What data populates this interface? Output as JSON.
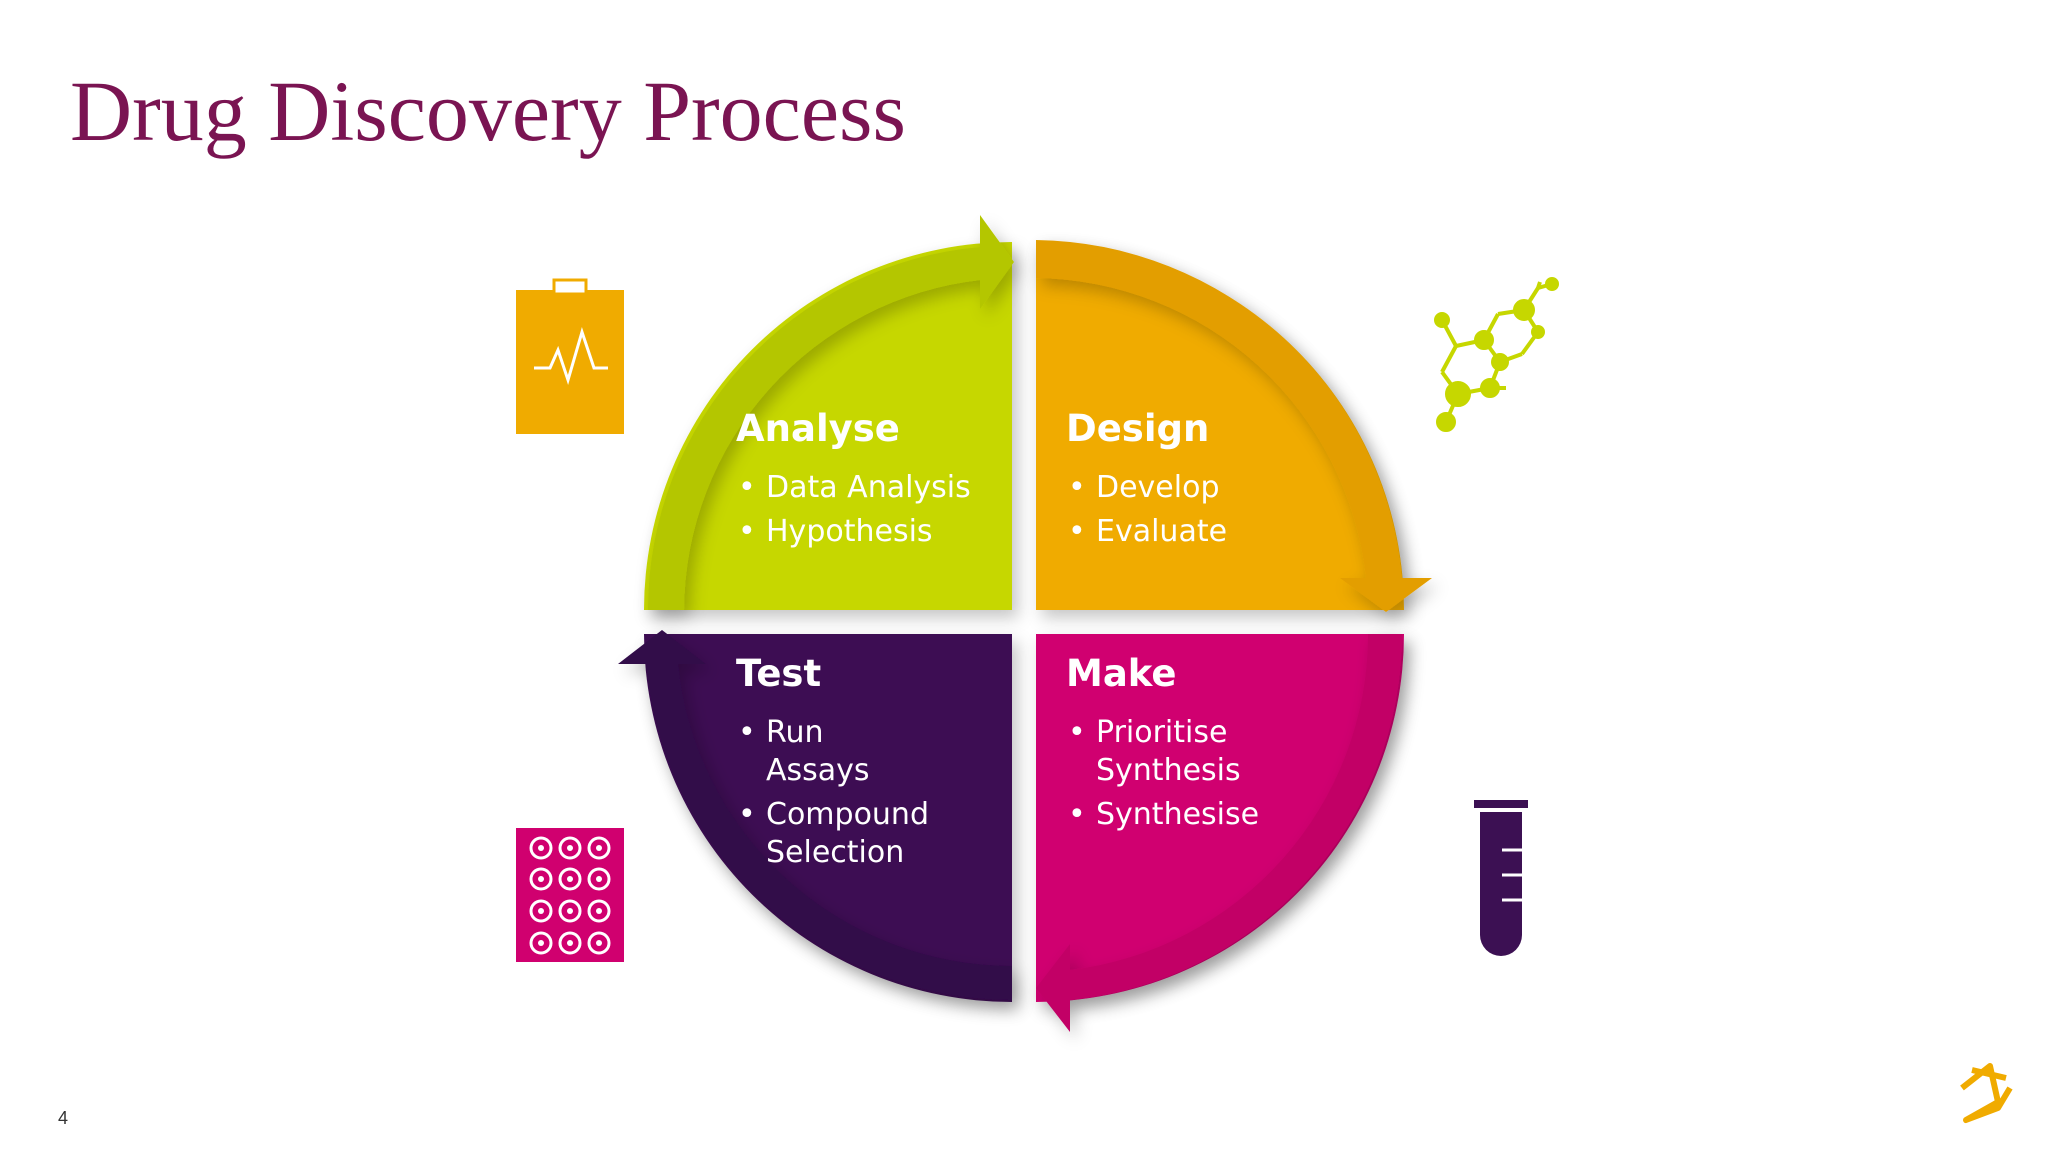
{
  "slide": {
    "title": "Drug Discovery Process",
    "page_number": "4"
  },
  "colors": {
    "title": "#7a1452",
    "analyse": "#c6d700",
    "design": "#f0ab00",
    "test": "#3c1053",
    "make": "#d0006f"
  },
  "quadrants": {
    "analyse": {
      "heading": "Analyse",
      "bullets": [
        "Data Analysis",
        "Hypothesis"
      ]
    },
    "design": {
      "heading": "Design",
      "bullets": [
        "Develop",
        "Evaluate"
      ]
    },
    "test": {
      "heading": "Test",
      "bullets": [
        "Run Assays",
        "Compound Selection"
      ]
    },
    "make": {
      "heading": "Make",
      "bullets": [
        "Prioritise Synthesis",
        "Synthesise"
      ]
    }
  },
  "icons": [
    "clipboard-chart-icon",
    "molecule-icon",
    "well-plate-icon",
    "test-tube-icon",
    "brand-logo-icon"
  ]
}
